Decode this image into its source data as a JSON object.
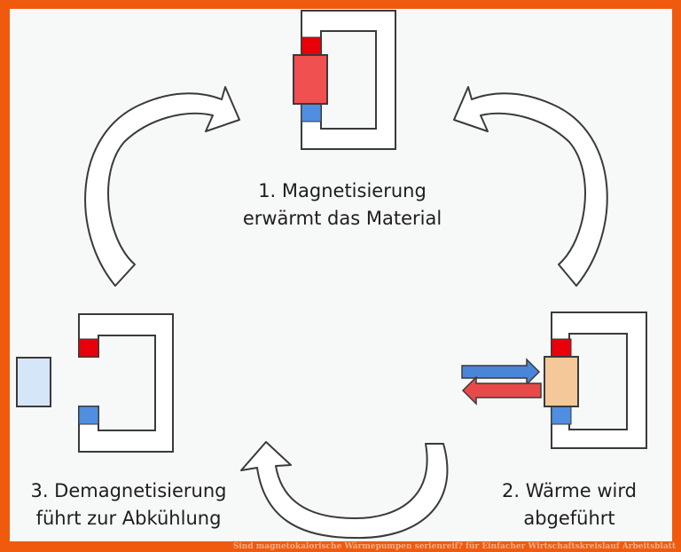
{
  "steps": [
    {
      "line1": "1. Magnetisierung",
      "line2": "erwärmt das Material"
    },
    {
      "line1": "2. Wärme wird",
      "line2": "abgeführt"
    },
    {
      "line1": "3. Demagnetisierung",
      "line2": "führt zur Abkühlung"
    }
  ],
  "watermark": "Sind magnetokalorische Wärmepumpen serienreif? für Einfacher Wirtschaftskreislauf Arbeitsblatt",
  "colors": {
    "border": "#ef5a0e",
    "background": "#f7f8f8",
    "magnet_outline": "#3a3a3a",
    "north_pole": "#e8000b",
    "south_pole": "#4f8ee0",
    "material_hot": "#f05050",
    "material_warm": "#f5c89a",
    "material_cold": "#d4e6f8",
    "arrow_hot": "#e84a4a",
    "arrow_cold": "#4a86d8"
  }
}
